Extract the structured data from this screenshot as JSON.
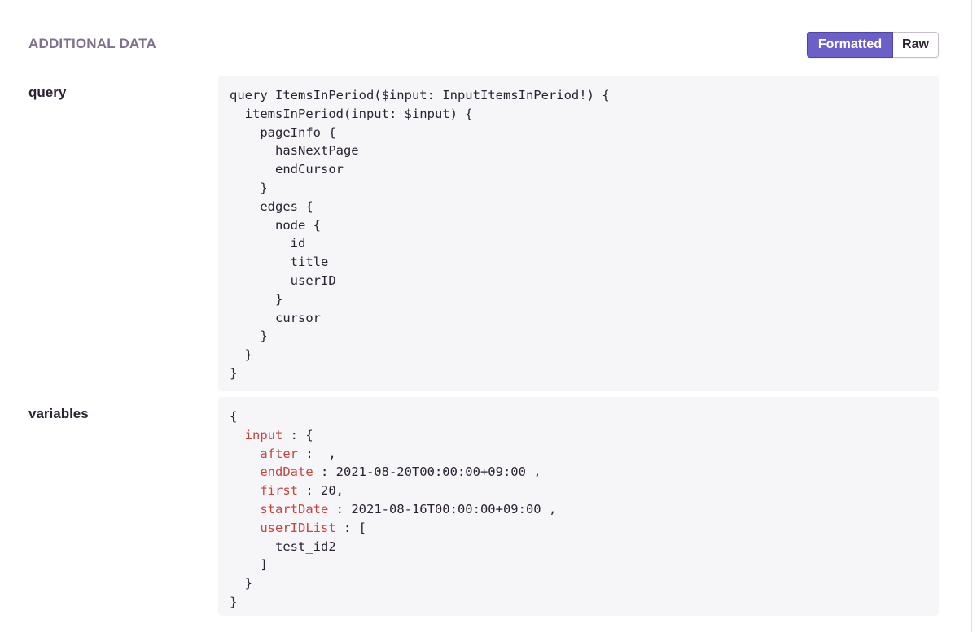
{
  "section": {
    "title": "ADDITIONAL DATA"
  },
  "view_toggle": {
    "formatted_label": "Formatted",
    "raw_label": "Raw",
    "selected": "Formatted"
  },
  "rows": {
    "query": {
      "key": "query",
      "lines": [
        "query ItemsInPeriod($input: InputItemsInPeriod!) {",
        "  itemsInPeriod(input: $input) {",
        "    pageInfo {",
        "      hasNextPage",
        "      endCursor",
        "    }",
        "    edges {",
        "      node {",
        "        id",
        "        title",
        "        userID",
        "      }",
        "      cursor",
        "    }",
        "  }",
        "}"
      ]
    },
    "variables": {
      "key": "variables",
      "open_brace": "{",
      "input_indent": "  ",
      "input_key": "input",
      "input_sep": " : {",
      "after_indent": "    ",
      "after_key": "after",
      "after_rest": " :  ,",
      "enddate_indent": "    ",
      "enddate_key": "endDate",
      "enddate_rest": " : 2021-08-20T00:00:00+09:00 ,",
      "first_indent": "    ",
      "first_key": "first",
      "first_rest": " : 20,",
      "startdate_indent": "    ",
      "startdate_key": "startDate",
      "startdate_rest": " : 2021-08-16T00:00:00+09:00 ,",
      "useridlist_indent": "    ",
      "useridlist_key": "userIDList",
      "useridlist_rest": " : [",
      "list_item": "      test_id2",
      "close_bracket": "    ]",
      "close_input": "  }",
      "close_brace": "}"
    }
  },
  "colors": {
    "accent": "#6c5fc7",
    "key_color": "#c8453f",
    "code_background": "#f6f6f8",
    "section_title": "#80708f"
  }
}
